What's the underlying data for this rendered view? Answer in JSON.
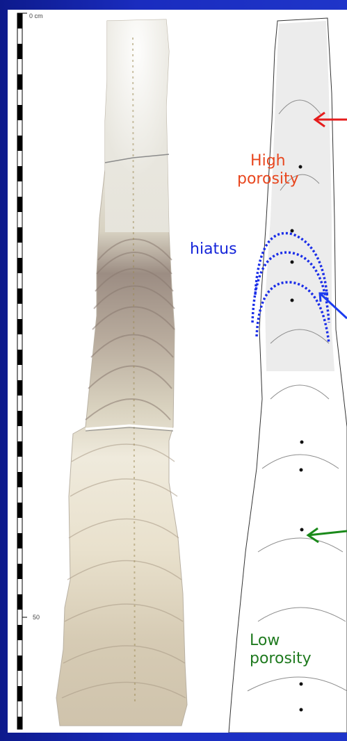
{
  "scale": {
    "label_top": "0 cm",
    "label_mid": "50"
  },
  "annotations": {
    "high_porosity": [
      "High",
      "porosity"
    ],
    "hiatus": "hiatus",
    "low_porosity": [
      "Low",
      "porosity"
    ]
  },
  "colors": {
    "background_gradient": "#1a2cbf",
    "high_porosity": "#e8471f",
    "hiatus": "#1525d9",
    "low_porosity": "#1f7a1f",
    "arrow_red": "#e51c1c",
    "arrow_blue": "#1b3cf0",
    "arrow_green": "#1a8a1a"
  }
}
